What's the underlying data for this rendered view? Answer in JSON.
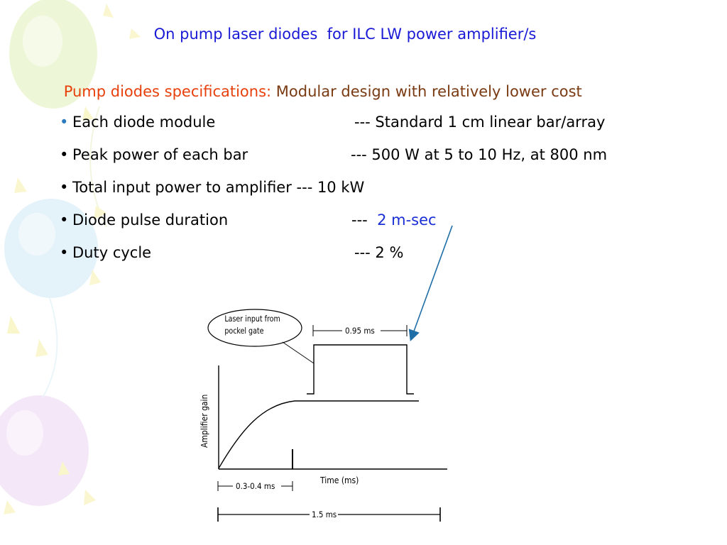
{
  "slide": {
    "title": "On pump laser diodes  for ILC LW power amplifier/s",
    "subtitle_prefix": "Pump diodes specifications:",
    "subtitle_rest": " Modular design with relatively lower cost",
    "colors": {
      "title": "#1a1ad6",
      "subtitle_prefix": "#e8400c",
      "subtitle_rest": "#7a3a12",
      "body_text": "#000000",
      "highlight": "#1a2ed6",
      "arrow": "#1f6ea6"
    },
    "bullets": [
      {
        "label": "Each diode module",
        "value": "--- Standard 1 cm linear bar/array",
        "value_prefix": "",
        "value_highlight": "",
        "dot_color": "#2a7bbf"
      },
      {
        "label": "Peak power of each bar",
        "value": "--- 500 W at 5 to 10 Hz, at 800 nm",
        "value_prefix": "",
        "value_highlight": "",
        "dot_color": "#000000"
      },
      {
        "label": "Total input power to amplifier --- 10 kW",
        "value": "",
        "value_prefix": "",
        "value_highlight": "",
        "dot_color": "#000000"
      },
      {
        "label": "Diode pulse duration",
        "value": "",
        "value_prefix": "---  ",
        "value_highlight": "2 m-sec",
        "dot_color": "#000000"
      },
      {
        "label": "Duty cycle",
        "value": "--- 2 %",
        "value_prefix": "",
        "value_highlight": "",
        "dot_color": "#000000"
      }
    ],
    "bullet_glyph": "•"
  },
  "diagram": {
    "callout": [
      "Laser input from",
      "pockel gate"
    ],
    "pulse_width_label": "0.95 ms",
    "y_axis_label": "Amplifier gain",
    "x_axis_label": "Time (ms)",
    "rise_label": "0.3-0.4 ms",
    "total_label": "1.5 ms"
  }
}
